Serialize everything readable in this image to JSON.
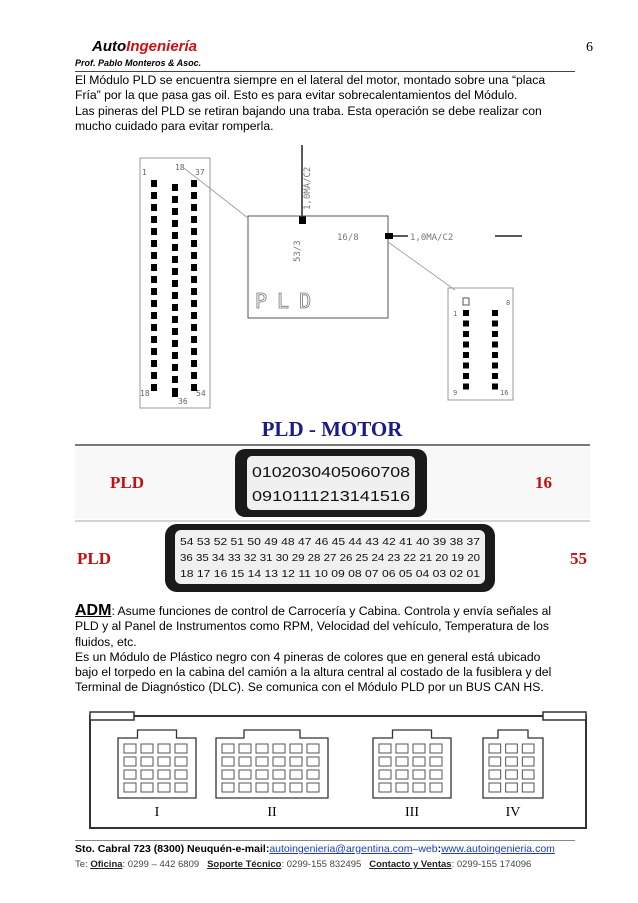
{
  "header": {
    "brand_auto": "Auto",
    "brand_ing": "Ingeniería",
    "page_number": "6",
    "author": "Prof. Pablo Monteros & Asoc."
  },
  "paragraphs": {
    "p1_l1": "El Módulo PLD se encuentra siempre en el lateral del motor, montado sobre una “placa",
    "p1_l2": "Fría” por la que pasa gas oil. Esto es para evitar sobrecalentamientos del Módulo.",
    "p1_l3": "Las pineras del PLD se retiran bajando una traba. Esta operación se debe realizar con",
    "p1_l4": "mucho cuidado para evitar romperla.",
    "adm_label": "ADM",
    "p2_l1": ": Asume funciones de control de Carrocería y Cabina. Controla y envía señales al",
    "p2_l2": "PLD y al Panel de Instrumentos como RPM, Velocidad del vehículo, Temperatura de los",
    "p2_l3": "fluidos, etc.",
    "p2_l4": "Es un Módulo de Plástico negro con 4 pineras de colores que en general está ubicado",
    "p2_l5": "bajo el torpedo en la cabina del camión a la altura central al costado de la fusiblera y del",
    "p2_l6": "Terminal de Diagnóstico (DLC). Se comunica con el Módulo PLD por un BUS CAN HS."
  },
  "diagram1": {
    "left_top_1": "1",
    "left_top_18": "18",
    "left_top_37": "37",
    "left_bot_18": "18",
    "left_bot_36": "36",
    "left_bot_54": "54",
    "wire_v": "1,0MA/C2",
    "wire_pin_v": "53/3",
    "wire_h_pin": "16/8",
    "wire_h": "1,0MA/C2",
    "box_label": "PLD",
    "right_top_1": "1",
    "right_top_8": "8",
    "right_bot_9": "9",
    "right_bot_16": "16"
  },
  "diagram2": {
    "title": "PLD - MOTOR",
    "row1_label": "PLD",
    "row1_count": "16",
    "row1_top": "0102030405060708",
    "row1_bottom": "0910111213141516",
    "row2_label": "PLD",
    "row2_count": "55",
    "row2_l1": "54 53 52 51 50 49 48 47 46 45 44 43 42 41 40 39 38 37",
    "row2_l2": "36 35 34 33 32 31 30 29 28 27 26 25 24 23 22 21 20 19 20",
    "row2_l3": "18 17 16 15 14 13 12 11 10 09 08 07 06 05 04 03 02 01"
  },
  "diagram3": {
    "labels": [
      "I",
      "II",
      "III",
      "IV"
    ]
  },
  "footer": {
    "address": "Sto. Cabral  723  (8300) Neuquén-e-mail",
    "email": "autoingenieria@argentina.com",
    "web_label": "–web",
    "web": "www.autoingenieria.com",
    "tel_prefix": "Te:",
    "oficina_label": "Oficina",
    "oficina": ": 0299 – 442 6809",
    "soporte_label": "Soporte Técnico",
    "soporte": ": 0299-155 832495",
    "contacto_label": "Contacto y Ventas",
    "contacto": ": 0299-155 174096"
  }
}
